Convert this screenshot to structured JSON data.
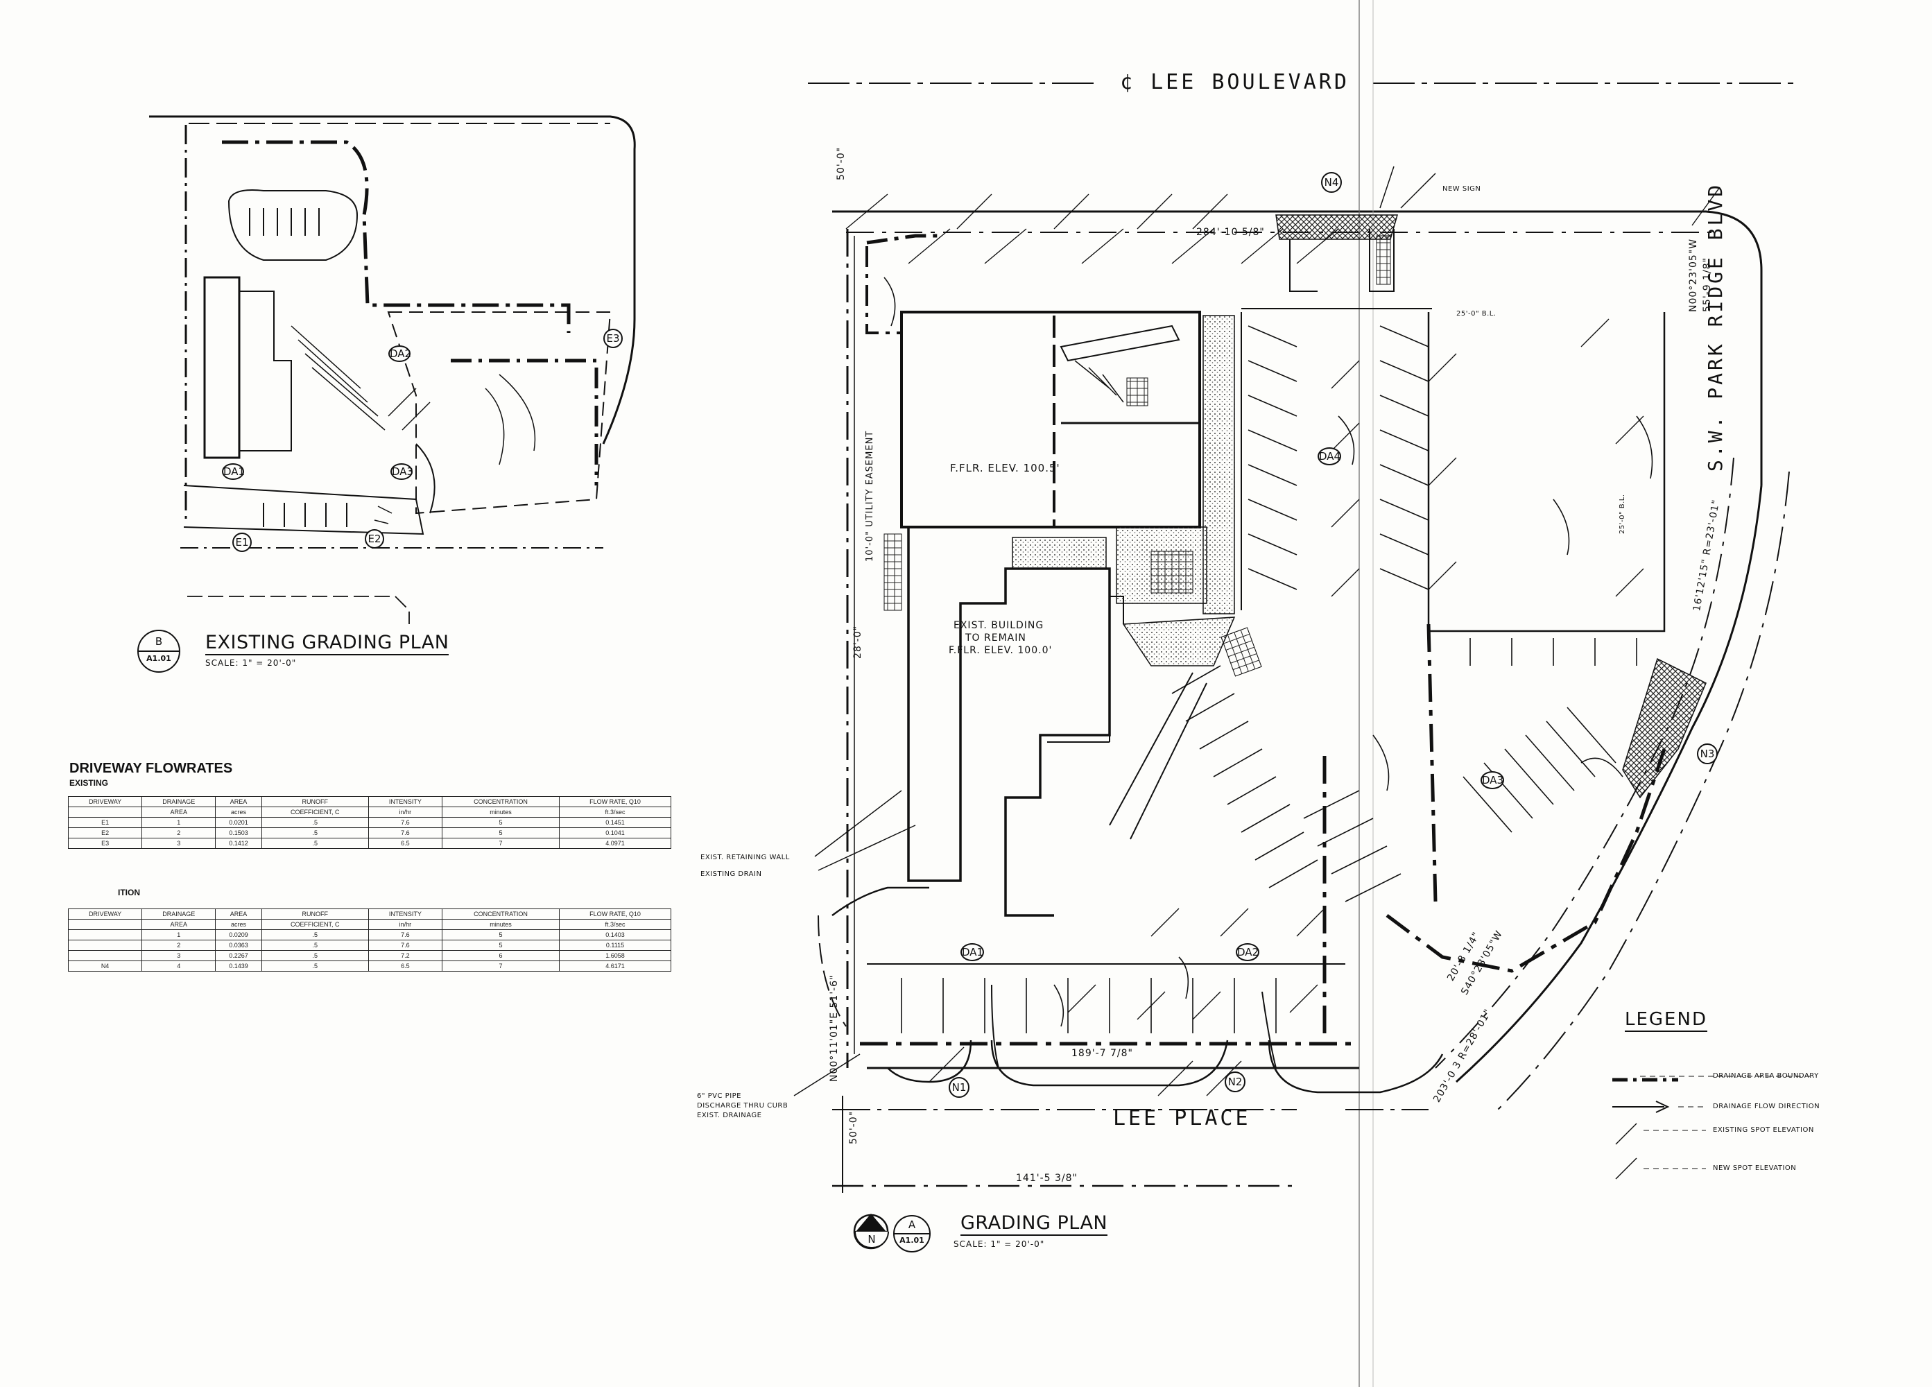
{
  "streets": {
    "top": "¢ LEE BOULEVARD",
    "bottom": "LEE PLACE",
    "right": "S.W. PARK RIDGE BLVD"
  },
  "existing_plan": {
    "marker_letter": "B",
    "marker_sheet": "A1.01",
    "title": "EXISTING GRADING PLAN",
    "scale": "SCALE: 1\" = 20'-0\"",
    "tags": [
      "DA1",
      "DA2",
      "DA3",
      "E1",
      "E2",
      "E3"
    ]
  },
  "grading_plan": {
    "north_letter": "N",
    "marker_letter": "A",
    "marker_sheet": "A1.01",
    "title": "GRADING PLAN",
    "scale": "SCALE: 1\" = 20'-0\"",
    "tags": [
      "DA1",
      "DA2",
      "DA3",
      "DA4",
      "N1",
      "N2",
      "N3",
      "N4"
    ]
  },
  "labels": {
    "ffl_new": "F.FLR. ELEV. 100.5'",
    "exist_building_1": "EXIST. BUILDING",
    "exist_building_2": "TO REMAIN",
    "exist_building_3": "F.FLR. ELEV. 100.0'",
    "utility_easement": "10'-0\" UTILITY EASEMENT",
    "exist_retaining_wall": "EXIST. RETAINING WALL",
    "existing_drain": "EXISTING DRAIN",
    "pvc_1": "6\" PVC PIPE",
    "pvc_2": "DISCHARGE THRU CURB",
    "pvc_3": "EXIST. DRAINAGE",
    "new_sign": "NEW SIGN",
    "bl_1": "25'-0\" B.L.",
    "bl_2": "25'-0\" B.L."
  },
  "dimensions": {
    "top_line": "284'-10 5/8\"",
    "bottom_line": "189'-7 7/8\"",
    "bottom_total": "141'-5 3/8\"",
    "right_bearing": "N00°23'05\"W",
    "right_length": "55'-9 1/8\"",
    "right_curve": "16'12'15\"  R=23'-01\"",
    "lower_right_bearing": "S40°23'05\"W",
    "lower_right_length": "20'-8 1/4\"",
    "lower_right_2": "203'-0 3 R=28'-01\"",
    "left_setback_1": "50'-0\"",
    "left_setback_2": "28'-0\"",
    "left_bearing": "N00°11'01\"E 51'-6\"",
    "bottom_setback": "50'-0\""
  },
  "table": {
    "title": "DRIVEWAY FLOWRATES",
    "existing_label": "EXISTING",
    "proposed_label": "ITION",
    "headers": [
      "DRIVEWAY",
      "DRAINAGE",
      "AREA",
      "RUNOFF",
      "INTENSITY",
      "CONCENTRATION",
      "FLOW RATE, Q10"
    ],
    "subheaders": [
      "",
      "AREA",
      "acres",
      "COEFFICIENT, C",
      "in/hr",
      "minutes",
      "ft.3/sec"
    ],
    "existing_rows": [
      [
        "E1",
        "1",
        "0.0201",
        ".5",
        "7.6",
        "5",
        "0.1451"
      ],
      [
        "E2",
        "2",
        "0.1503",
        ".5",
        "7.6",
        "5",
        "0.1041"
      ],
      [
        "E3",
        "3",
        "0.1412",
        ".5",
        "6.5",
        "7",
        "4.0971"
      ]
    ],
    "proposed_rows": [
      [
        "",
        "1",
        "0.0209",
        ".5",
        "7.6",
        "5",
        "0.1403"
      ],
      [
        "",
        "2",
        "0.0363",
        ".5",
        "7.6",
        "5",
        "0.1115"
      ],
      [
        "",
        "3",
        "0.2267",
        ".5",
        "7.2",
        "6",
        "1.6058"
      ],
      [
        "N4",
        "4",
        "0.1439",
        ".5",
        "6.5",
        "7",
        "4.6171"
      ]
    ]
  },
  "legend": {
    "title": "LEGEND",
    "items": [
      "DRAINAGE AREA BOUNDARY",
      "DRAINAGE FLOW DIRECTION",
      "EXISTING SPOT ELEVATION",
      "NEW SPOT ELEVATION"
    ]
  }
}
